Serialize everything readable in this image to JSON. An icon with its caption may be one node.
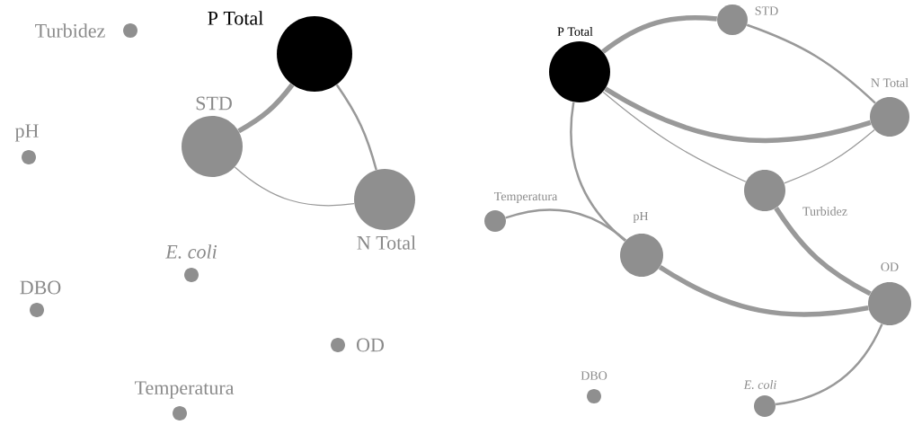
{
  "diagram": {
    "nodes": [
      {
        "text": [
          "Turbidez"
        ]
      },
      {
        "text": [
          "P Total"
        ]
      },
      {
        "text": [
          "pH"
        ]
      },
      {
        "text": [
          "STD"
        ]
      },
      {
        "text": [
          "N Total"
        ]
      },
      {
        "text": [
          "E. coli"
        ]
      },
      {
        "text": [
          "DBO"
        ]
      },
      {
        "text": [
          "OD"
        ]
      },
      {
        "text": [
          "Temperatura"
        ]
      },
      {
        "text": [
          "P Total"
        ]
      },
      {
        "text": [
          "STD"
        ]
      },
      {
        "text": [
          "N Total"
        ]
      },
      {
        "text": [
          "Temperatura"
        ]
      },
      {
        "text": [
          "Turbidez"
        ]
      },
      {
        "text": [
          "pH"
        ]
      },
      {
        "text": [
          "OD"
        ]
      },
      {
        "text": [
          "DBO"
        ]
      },
      {
        "text": [
          "E. coli"
        ]
      }
    ],
    "edges": [
      {
        "from": 1,
        "to": 3,
        "arrow": "none",
        "style": "thick"
      },
      {
        "from": 1,
        "to": 4,
        "arrow": "none"
      },
      {
        "from": 3,
        "to": 4,
        "arrow": "none"
      },
      {
        "from": 9,
        "to": 10,
        "arrow": "none",
        "style": "thick"
      },
      {
        "from": 9,
        "to": 11,
        "arrow": "none",
        "style": "thick"
      },
      {
        "from": 10,
        "to": 11,
        "arrow": "none"
      },
      {
        "from": 9,
        "to": 13,
        "arrow": "none"
      },
      {
        "from": 13,
        "to": 11,
        "arrow": "none"
      },
      {
        "from": 9,
        "to": 14,
        "arrow": "none"
      },
      {
        "from": 12,
        "to": 14,
        "arrow": "none"
      },
      {
        "from": 14,
        "to": 15,
        "arrow": "none",
        "style": "thick"
      },
      {
        "from": 13,
        "to": 15,
        "arrow": "none",
        "style": "thick"
      },
      {
        "from": 15,
        "to": 17,
        "arrow": "none"
      }
    ]
  }
}
